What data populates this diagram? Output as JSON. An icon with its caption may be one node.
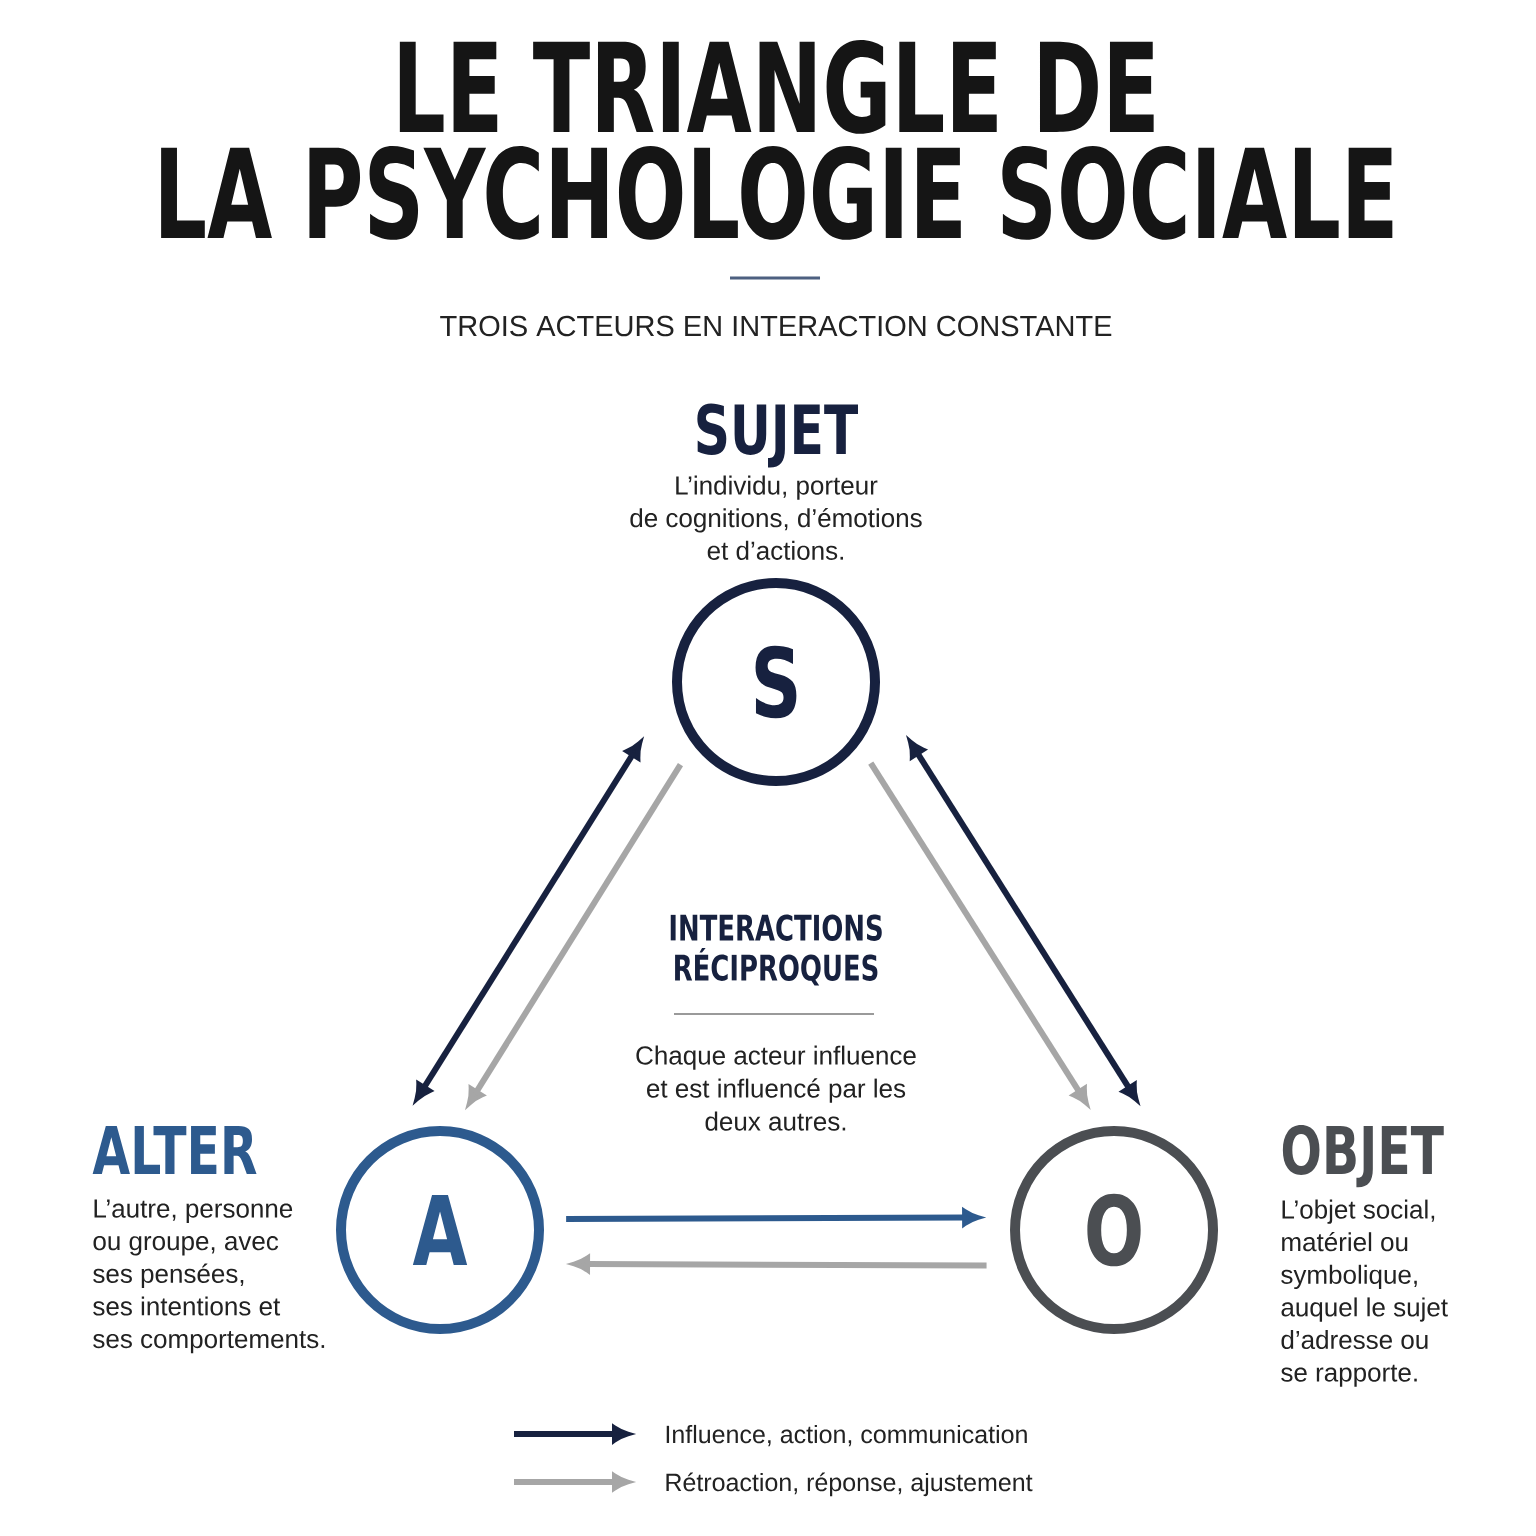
{
  "diagram": {
    "title": "LE TRIANGLE DE LA PSYCHOLOGIE SOCIALE",
    "nodes": [
      {
        "text": [
          "S"
        ],
        "beside": [
          "SUJET",
          "L’individu, porteur de cognitions, d’émotions et d’actions."
        ]
      },
      {
        "text": [
          "A"
        ],
        "beside": [
          "ALTER",
          "L’autre, personne ou groupe, avec ses pensées, ses intentions et ses comportements."
        ]
      },
      {
        "text": [
          "O"
        ],
        "beside": [
          "OBJET",
          "L’objet social, matériel ou symbolique, auquel le sujet d’adresse ou se rapporte."
        ]
      }
    ],
    "edges": [
      {
        "from": 0,
        "to": 1,
        "arrow": "both",
        "color": "#17213f"
      },
      {
        "from": 0,
        "to": 1,
        "arrow": "to"
      },
      {
        "from": 0,
        "to": 2,
        "arrow": "both",
        "color": "#17213f"
      },
      {
        "from": 0,
        "to": 2,
        "arrow": "to"
      },
      {
        "from": 1,
        "to": 2,
        "arrow": "to",
        "color": "#2d5a8e"
      },
      {
        "from": 2,
        "to": 1,
        "arrow": "to"
      }
    ],
    "labels": [
      "TROIS ACTEURS EN INTERACTION CONSTANTE",
      "INTERACTIONS RÉCIPROQUES",
      "Chaque acteur influence et est influencé par les deux autres."
    ],
    "legend": [
      {
        "text": "Influence, action, communication"
      },
      {
        "text": "Rétroaction, réponse, ajustement"
      }
    ]
  }
}
